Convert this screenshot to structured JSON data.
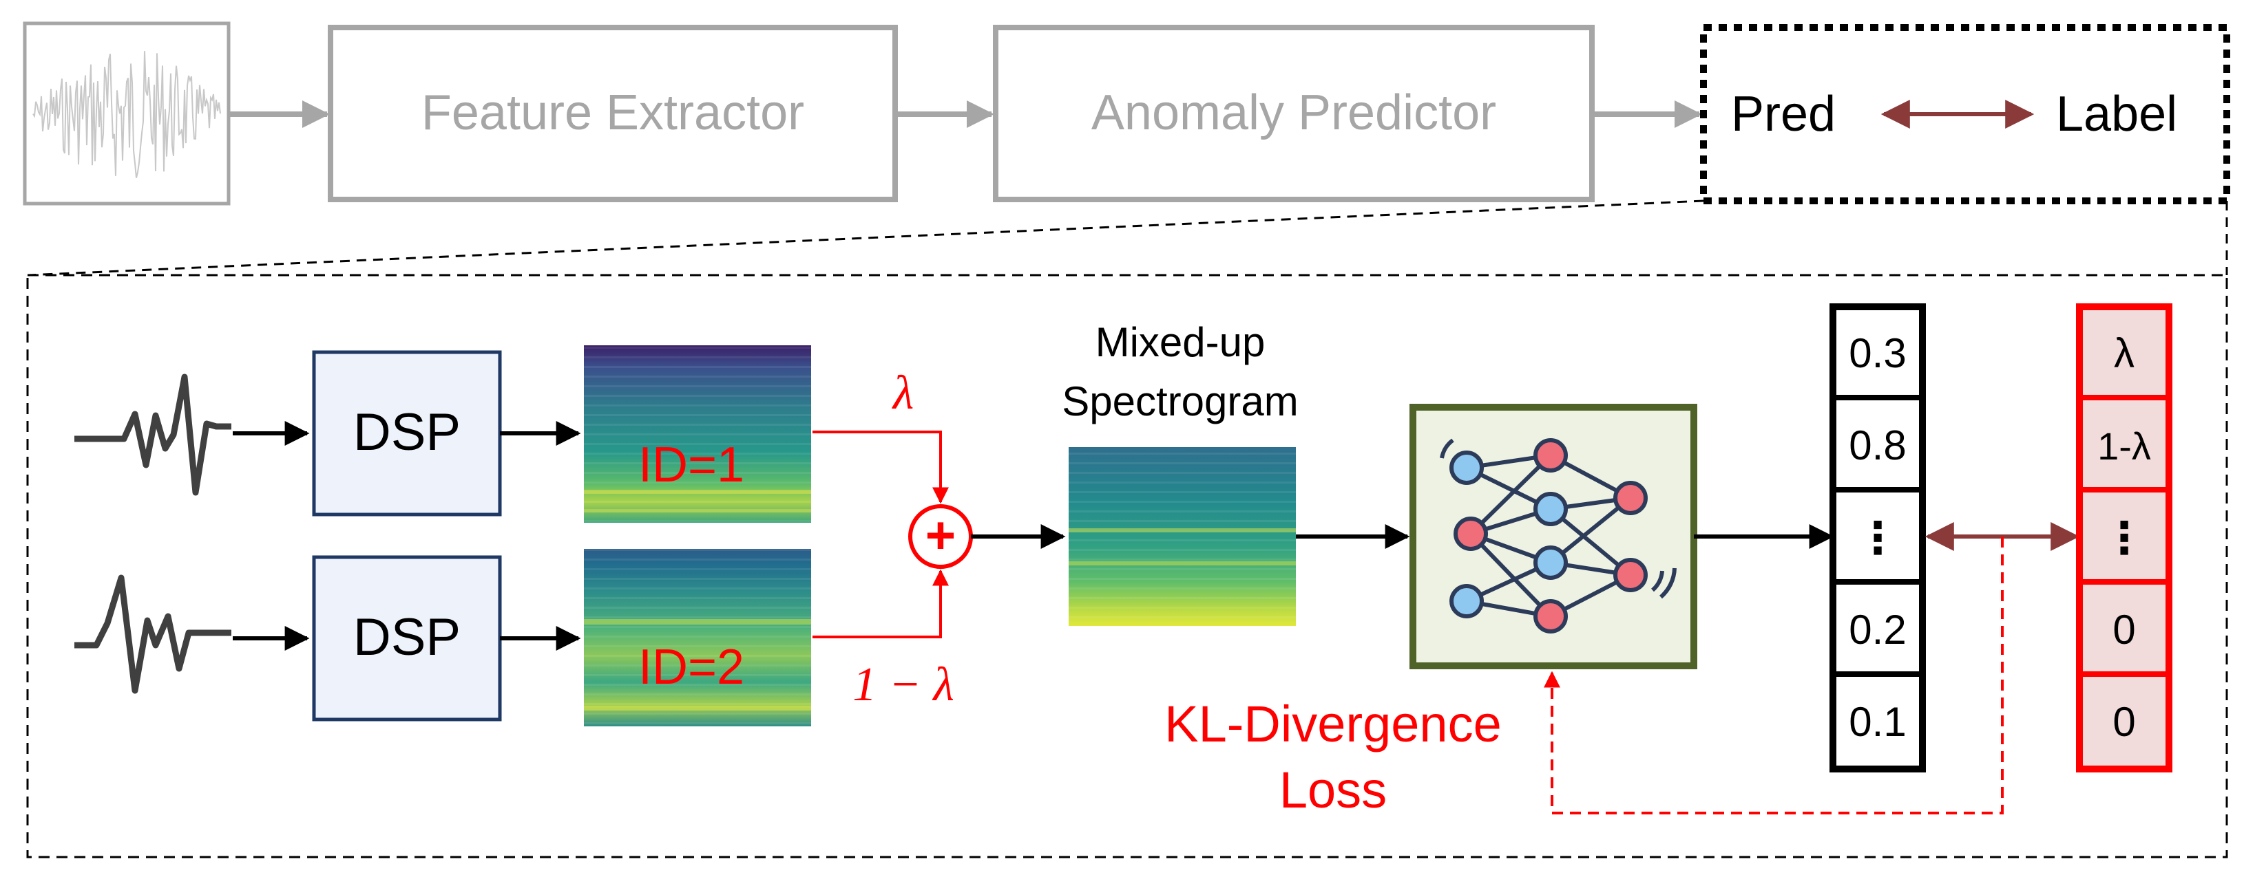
{
  "pipeline": {
    "feature_extractor_label": "Feature Extractor",
    "anomaly_predictor_label": "Anomaly Predictor",
    "pred_label": "Pred",
    "label_label": "Label"
  },
  "inputs": [
    {
      "dsp_label": "DSP",
      "id_label": "ID=1",
      "weight_label": "λ"
    },
    {
      "dsp_label": "DSP",
      "id_label": "ID=2",
      "weight_label": "1 − λ"
    }
  ],
  "mixup": {
    "sum_symbol": "+",
    "spectrogram_title_line1": "Mixed-up",
    "spectrogram_title_line2": "Spectrogram"
  },
  "prediction_vector": [
    "0.3",
    "0.8",
    "⋮",
    "0.2",
    "0.1"
  ],
  "label_vector": [
    "λ",
    "1-λ",
    "⋮",
    "0",
    "0"
  ],
  "loss": {
    "line1": "KL-Divergence",
    "line2": "Loss"
  },
  "colors": {
    "gray": "#a6a6a6",
    "black": "#000000",
    "red": "#ff0000",
    "dark_red_arrow": "#8b3a3a",
    "dsp_fill": "#eef2fb",
    "dsp_stroke": "#1f3864",
    "nn_fill": "#edf2e3",
    "nn_stroke": "#4f6228",
    "label_cell_fill": "#f2dcdb"
  }
}
